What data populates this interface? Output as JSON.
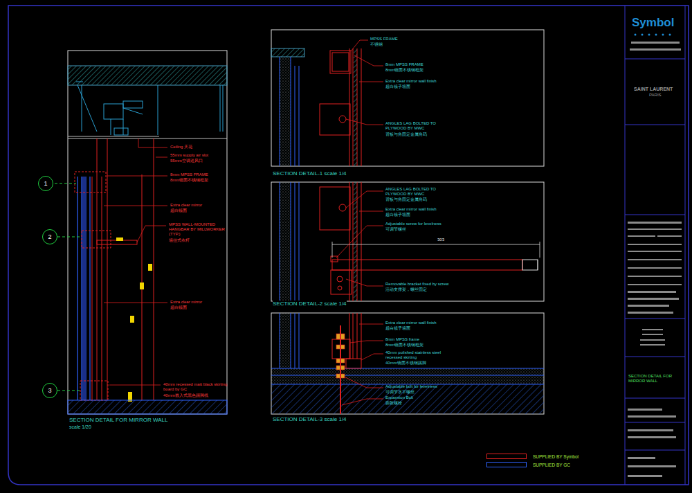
{
  "diagram": {
    "nodes": [
      {
        "text": [
          "1"
        ]
      },
      {
        "text": [
          "2"
        ]
      },
      {
        "text": [
          "3"
        ]
      }
    ],
    "labels": [
      "Ceiling 天花",
      "55mm supply air slot",
      "55mm空调送风口",
      "8mm MPSS FRAME",
      "8mm镜面不锈钢框架",
      "Extra clear mirror",
      "超白镜面",
      "MPSS WALL-MOUNTED HANGBAR BY MILLWORKER (TYP.)",
      "墙挂式衣杆",
      "Extra clear mirror",
      "超白镜面",
      "40mm recessed matt black skirting board by GC",
      "40mm嵌入式黑色踢脚线",
      "SECTION DETAIL FOR MIRROR WALL",
      "scale 1/20",
      "MPSS FRAME",
      "不锈钢",
      "8mm MPSS FRAME",
      "8mm镜面不锈钢框架",
      "Extra clear mirror wall finish",
      "超白镜子墙面",
      "ANGLES LAG BOLTED TO PLYWOOD BY MWC",
      "背板与角固定金属角码",
      "SECTION DETAIL-1  scale 1/4",
      "ANGLES LAG BOLTED TO PLYWOOD BY MWC",
      "背板与角固定金属角码",
      "Extra clear mirror wall finish",
      "超白镜子墙面",
      "Adjustable screw for levelness",
      "可调节螺丝",
      "303",
      "Removable bracket fixed by screw",
      "活动支撑架，螺丝固定",
      "SECTION DETAIL-2  scale 1/4",
      "Extra clear mirror wall finish",
      "超白镜子墙面",
      "8mm MPSS frame",
      "8mm镜面不锈钢框架",
      "40mm polished stainless steel recessed skirting",
      "40mm镜面不锈钢踢脚",
      "Adjustable bolt for levelness",
      "可调节水平螺丝",
      "Expansion Bolt",
      "膨胀螺栓",
      "SECTION DETAIL-3  scale 1/4",
      "Symbol",
      "SAINT LAURENT",
      "PARIS",
      "SECTION DETAIL FOR MIRROR WALL"
    ],
    "legend": [
      {
        "text": "SUPPLIED BY Symbol",
        "color": "#e02020"
      },
      {
        "text": "SUPPLIED BY GC",
        "color": "#2f63ff"
      }
    ]
  }
}
